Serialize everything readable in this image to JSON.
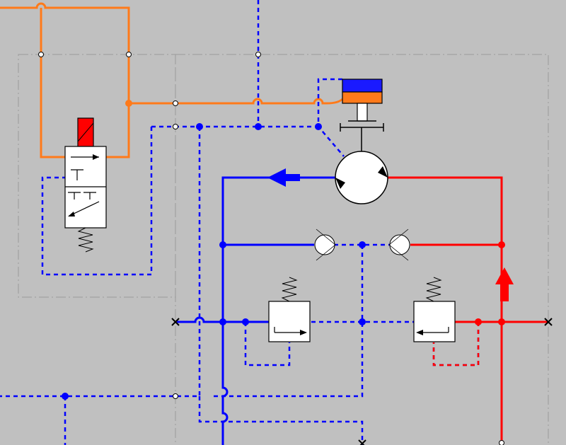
{
  "colors": {
    "background": "#c0c0c0",
    "group_border": "#9a9a9a",
    "pilot_orange": "#ff7a1a",
    "pressure_red": "#ff0000",
    "return_blue": "#0000ff",
    "solenoid_red": "#ff0000",
    "cylinder_blue": "#1a1aff",
    "piston_orange": "#ff7a1a",
    "junction": "#ffffff",
    "component_fill": "#ffffff",
    "outline": "#000000"
  },
  "icons": {
    "flow_arrow_return": "left-arrow",
    "flow_arrow_pressure": "up-arrow",
    "plug": "x-mark",
    "spring": "zigzag-spring",
    "solenoid": "solenoid-block"
  },
  "components": [
    "solenoid-valve",
    "hydraulic-motor",
    "brake-cylinder",
    "check-valve-left",
    "check-valve-right",
    "relief-valve-left",
    "relief-valve-right"
  ]
}
